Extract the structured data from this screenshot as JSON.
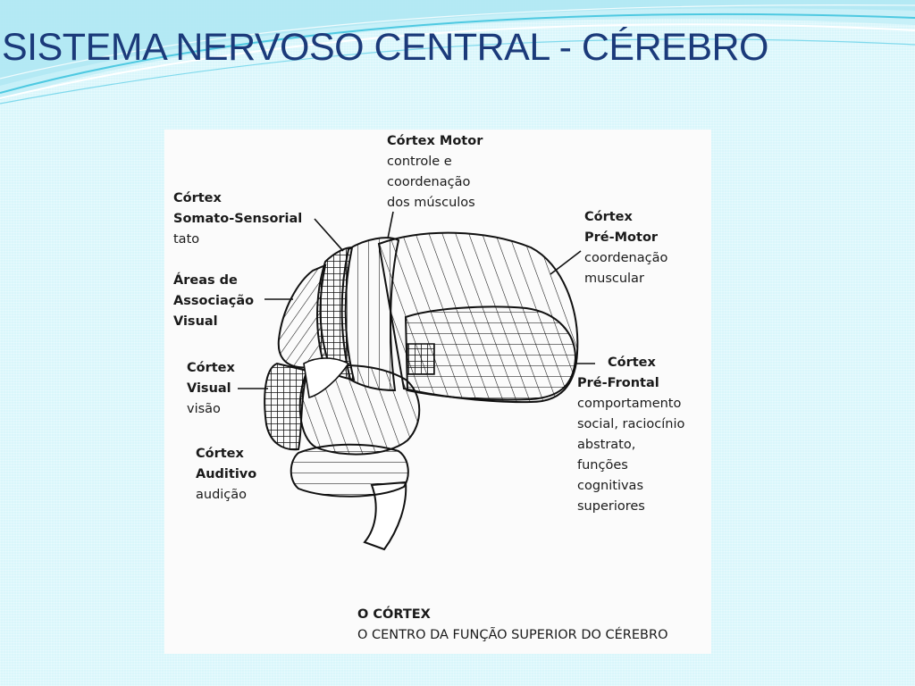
{
  "slide": {
    "title": "SISTEMA NERVOSO CENTRAL - CÉREBRO"
  },
  "figure": {
    "labels": {
      "cortex_motor": {
        "heading": [
          "Córtex Motor"
        ],
        "description": [
          "controle e",
          "coordenação",
          "dos músculos"
        ]
      },
      "somato_sensorial": {
        "heading": [
          "Córtex",
          "Somato-Sensorial"
        ],
        "description": [
          "tato"
        ]
      },
      "assoc_visual": {
        "heading": [
          "Áreas de",
          "Associação",
          "Visual"
        ],
        "description": []
      },
      "cortex_visual": {
        "heading": [
          "Córtex",
          "Visual"
        ],
        "description": [
          "visão"
        ]
      },
      "cortex_auditivo": {
        "heading": [
          "Córtex",
          "Auditivo"
        ],
        "description": [
          "audição"
        ]
      },
      "pre_motor": {
        "heading": [
          "Córtex",
          "Pré-Motor"
        ],
        "description": [
          "coordenação",
          "muscular"
        ]
      },
      "pre_frontal": {
        "heading": [
          "Córtex",
          "Pré-Frontal"
        ],
        "description": [
          "comportamento",
          "social, raciocínio",
          "abstrato,",
          "funções",
          "cognitivas",
          "superiores"
        ]
      }
    },
    "caption": {
      "title": "O CÓRTEX",
      "subtitle": "O CENTRO DA FUNÇÃO SUPERIOR DO CÉREBRO"
    }
  },
  "colors": {
    "background": "#d9f6fb",
    "title": "#1b3a7a",
    "accent_swoosh": "#5fd0e6"
  }
}
